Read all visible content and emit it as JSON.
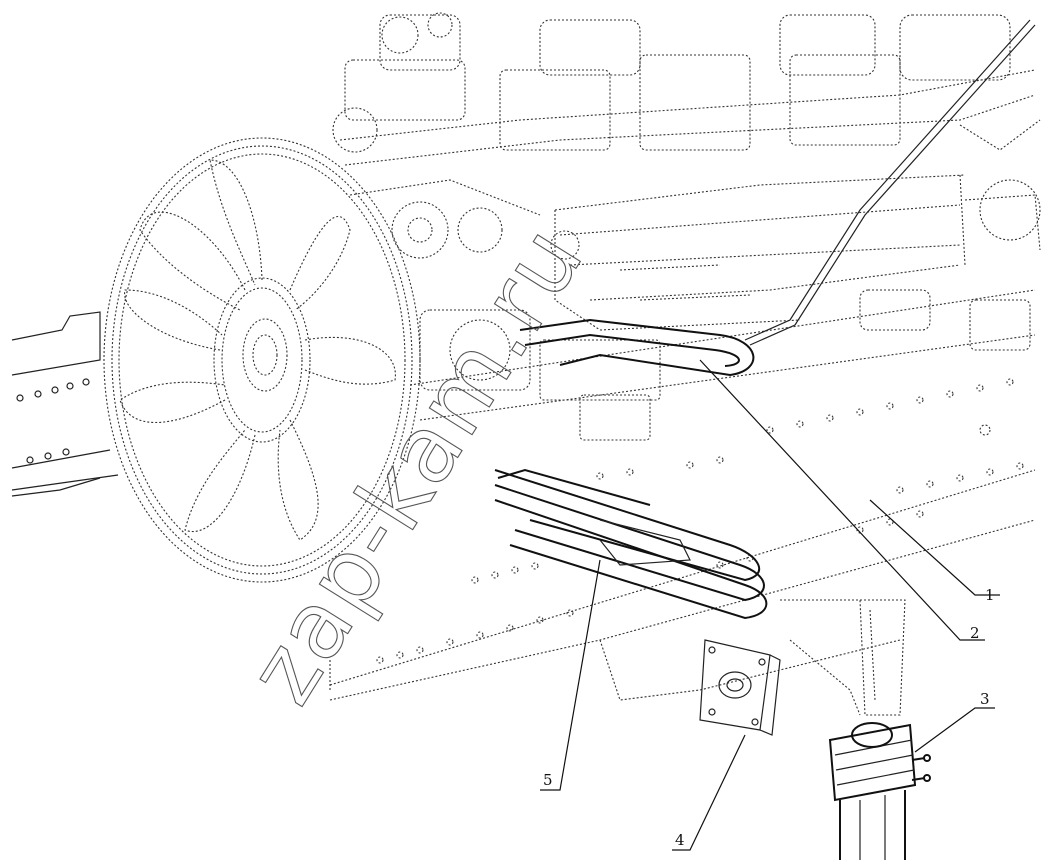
{
  "callouts": [
    {
      "id": "callout-1",
      "label": "1"
    },
    {
      "id": "callout-2",
      "label": "2"
    },
    {
      "id": "callout-3",
      "label": "3"
    },
    {
      "id": "callout-4",
      "label": "4"
    },
    {
      "id": "callout-5",
      "label": "5"
    }
  ],
  "watermark": "zap-kam.ru"
}
